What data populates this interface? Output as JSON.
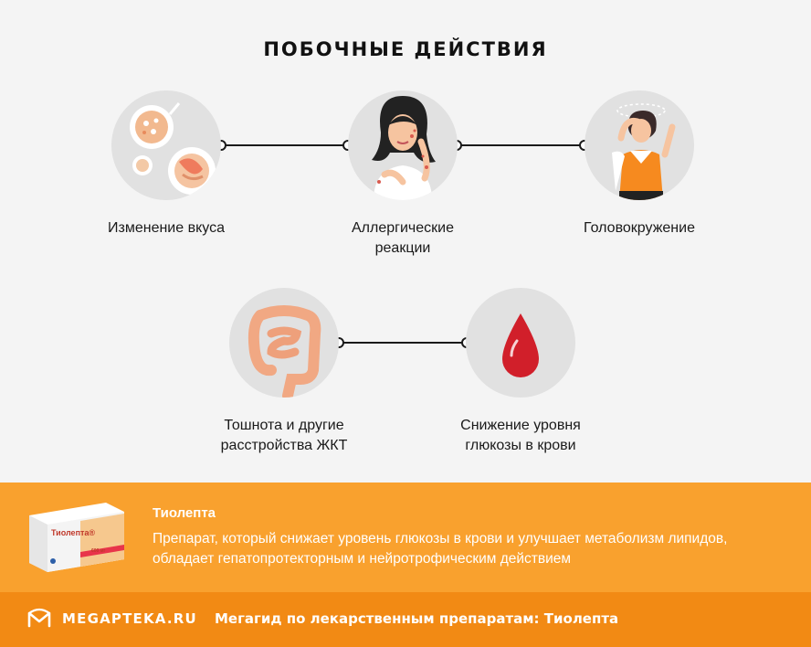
{
  "header": {
    "title": "ПОБОЧНЫЕ ДЕЙСТВИЯ"
  },
  "effects": [
    {
      "label": "Изменение вкуса",
      "icon": "food-icon"
    },
    {
      "label": "Аллергические\nреакции",
      "icon": "allergy-woman-icon"
    },
    {
      "label": "Головокружение",
      "icon": "dizzy-woman-icon"
    },
    {
      "label": "Тошнота и другие\nрасстройства ЖКТ",
      "icon": "intestines-icon"
    },
    {
      "label": "Снижение уровня\nглюкозы в крови",
      "icon": "blood-drop-icon"
    }
  ],
  "drug": {
    "name": "Тиолепта",
    "description": "Препарат, который снижает уровень глюкозы в крови и улучшает метаболизм липидов, обладает гепатопротекторным и нейротрофическим действием",
    "package_label": "Тиолепта®",
    "package_dose": "600 мг"
  },
  "footer": {
    "brand": "MEGAPTEKA.RU",
    "text": "Мегагид по лекарственным препаратам: Тиолепта"
  },
  "colors": {
    "background": "#f4f4f4",
    "circle": "#e1e1e1",
    "info_band": "#f9a12e",
    "footer_band": "#f28a14",
    "blood": "#d11f2a"
  }
}
